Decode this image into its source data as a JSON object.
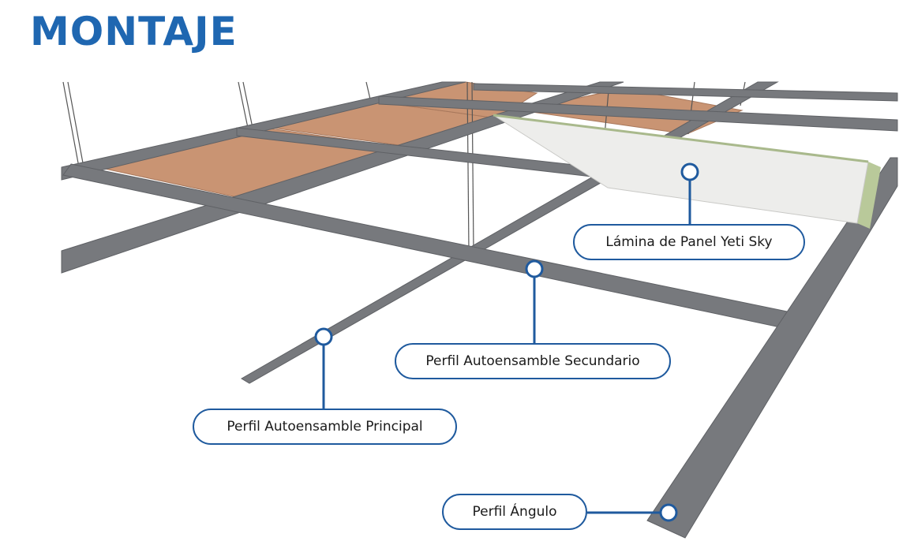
{
  "title": "MONTAJE",
  "colors": {
    "title": "#1f67b1",
    "callout_border": "#1f5a9e",
    "profile_steel": "#77797d",
    "ceiling_tile": "#c99473",
    "panel_face": "#ededeb",
    "panel_edge": "#b9c99a"
  },
  "labels": {
    "panel": "Lámina de Panel Yeti Sky",
    "secondary": "Perfil Autoensamble Secundario",
    "principal": "Perfil Autoensamble Principal",
    "angle": "Perfil Ángulo"
  }
}
